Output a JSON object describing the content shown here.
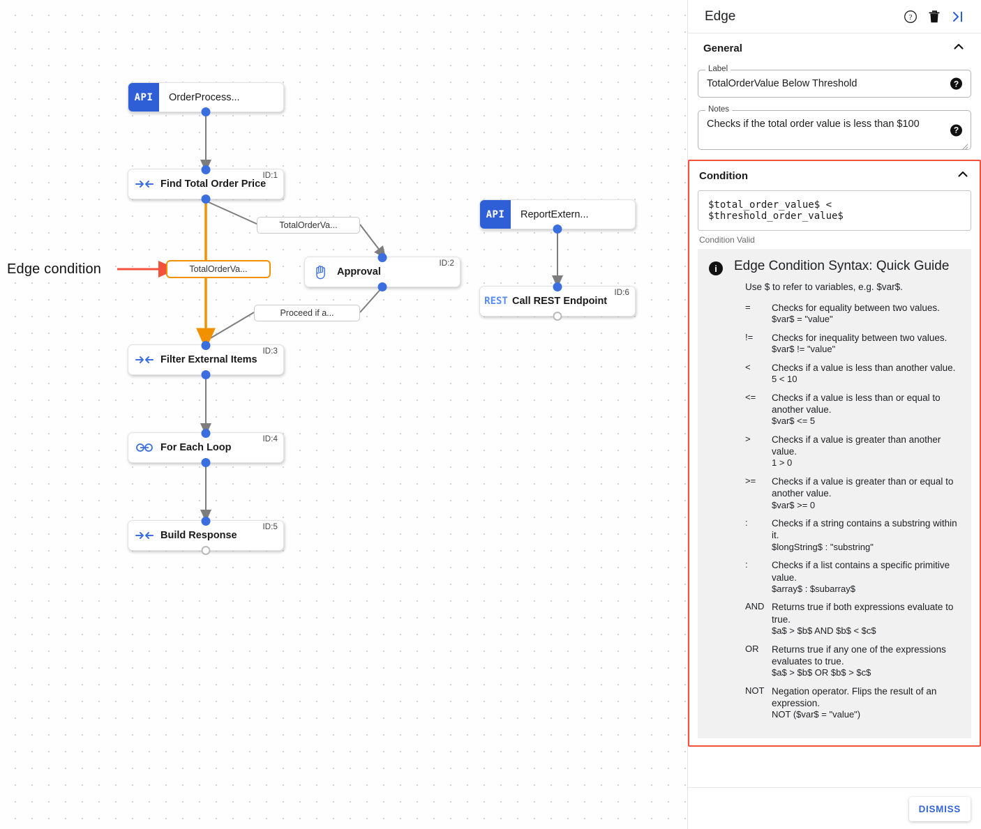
{
  "panel": {
    "title": "Edge",
    "header_icons": [
      "help-circle-icon",
      "trash-icon",
      "collapse-right-icon"
    ],
    "general": {
      "heading": "General",
      "label_legend": "Label",
      "label_value": "TotalOrderValue Below Threshold",
      "notes_legend": "Notes",
      "notes_value": "Checks if the total order value is less than $100"
    },
    "condition": {
      "heading": "Condition",
      "expression": "$total_order_value$ < $threshold_order_value$",
      "status": "Condition Valid",
      "highlight_color": "#f4513c",
      "guide": {
        "title": "Edge Condition Syntax: Quick Guide",
        "subtitle": "Use $ to refer to variables, e.g. $var$.",
        "rows": [
          {
            "op": "=",
            "desc": "Checks for equality between two values.",
            "ex": "$var$ = \"value\""
          },
          {
            "op": "!=",
            "desc": "Checks for inequality between two values.",
            "ex": "$var$ != \"value\""
          },
          {
            "op": "<",
            "desc": "Checks if a value is less than another value.",
            "ex": "5 < 10"
          },
          {
            "op": "<=",
            "desc": "Checks if a value is less than or equal to another value.",
            "ex": "$var$ <= 5"
          },
          {
            "op": ">",
            "desc": "Checks if a value is greater than another value.",
            "ex": "1 > 0"
          },
          {
            "op": ">=",
            "desc": "Checks if a value is greater than or equal to another value.",
            "ex": "$var$ >= 0"
          },
          {
            "op": ":",
            "desc": "Checks if a string contains a substring within it.",
            "ex": "$longString$ : \"substring\""
          },
          {
            "op": ":",
            "desc": "Checks if a list contains a specific primitive value.",
            "ex": "$array$ : $subarray$"
          },
          {
            "op": "AND",
            "desc": "Returns true if both expressions evaluate to true.",
            "ex": "$a$ > $b$ AND $b$ < $c$"
          },
          {
            "op": "OR",
            "desc": "Returns true if any one of the expressions evaluates to true.",
            "ex": "$a$ > $b$ OR $b$ > $c$"
          },
          {
            "op": "NOT",
            "desc": "Negation operator. Flips the result of an expression.",
            "ex": "NOT ($var$ = \"value\")"
          }
        ]
      }
    },
    "footer": {
      "dismiss_label": "DISMISS"
    }
  },
  "canvas": {
    "annotation": {
      "text": "Edge condition",
      "arrow_color": "#f4513c"
    },
    "selected_edge_color": "#f29100",
    "nodes": [
      {
        "id": "",
        "label": "OrderProcess...",
        "icon": "API",
        "type": "api"
      },
      {
        "id": "ID:1",
        "label": "Find Total Order Price",
        "icon": "transform-icon",
        "type": "std"
      },
      {
        "id": "ID:2",
        "label": "Approval",
        "icon": "hand-icon",
        "type": "std"
      },
      {
        "id": "ID:3",
        "label": "Filter External Items",
        "icon": "transform-icon",
        "type": "std"
      },
      {
        "id": "ID:4",
        "label": "For Each Loop",
        "icon": "infinity-icon",
        "type": "std"
      },
      {
        "id": "ID:5",
        "label": "Build Response",
        "icon": "transform-icon",
        "type": "std"
      },
      {
        "id": "",
        "label": "ReportExtern...",
        "icon": "API",
        "type": "api"
      },
      {
        "id": "ID:6",
        "label": "Call REST Endpoint",
        "icon": "REST",
        "type": "rest"
      }
    ],
    "edge_labels": [
      {
        "text": "TotalOrderVa...",
        "selected": false
      },
      {
        "text": "TotalOrderVa...",
        "selected": true
      },
      {
        "text": "Proceed if a...",
        "selected": false
      }
    ]
  }
}
